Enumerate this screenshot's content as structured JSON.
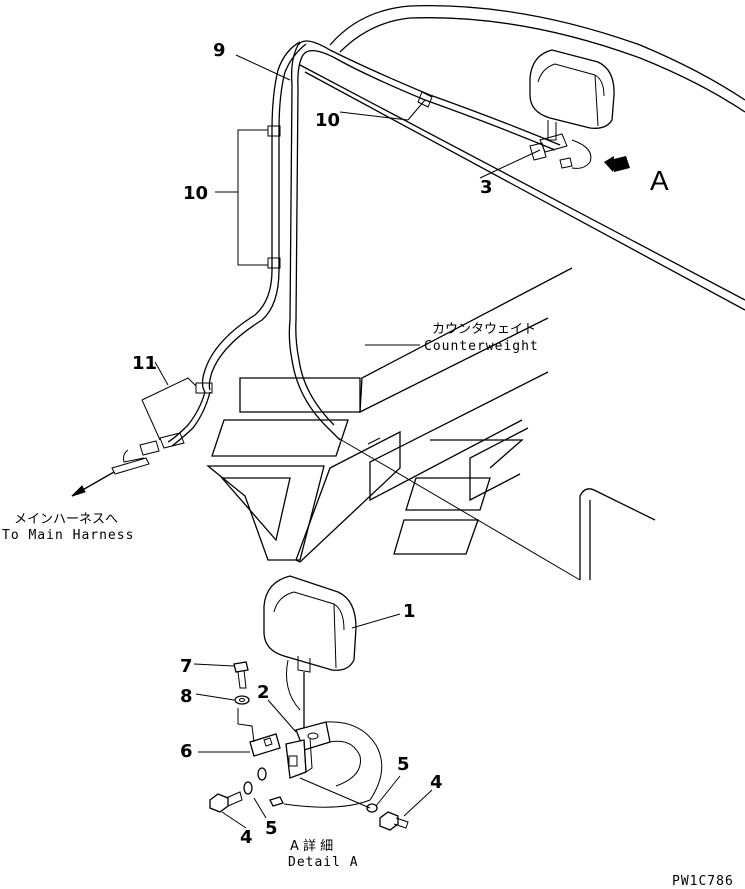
{
  "callouts": {
    "n9": "9",
    "n10_top": "10",
    "n10_left": "10",
    "n11": "11",
    "n3": "3",
    "n1": "1",
    "n2": "2",
    "n7": "7",
    "n8": "8",
    "n6": "6",
    "n5_right": "5",
    "n5_bottom": "5",
    "n4_left": "4",
    "n4_right": "4"
  },
  "view_marker": "A",
  "counterweight": {
    "jp": "カウンタウェイト",
    "en": "Counterweight"
  },
  "main_harness": {
    "jp": "メインハーネスへ",
    "en": "To Main Harness"
  },
  "detail": {
    "jp": "A 詳 細",
    "en": "Detail A"
  },
  "drawing_code": "PW1C786"
}
